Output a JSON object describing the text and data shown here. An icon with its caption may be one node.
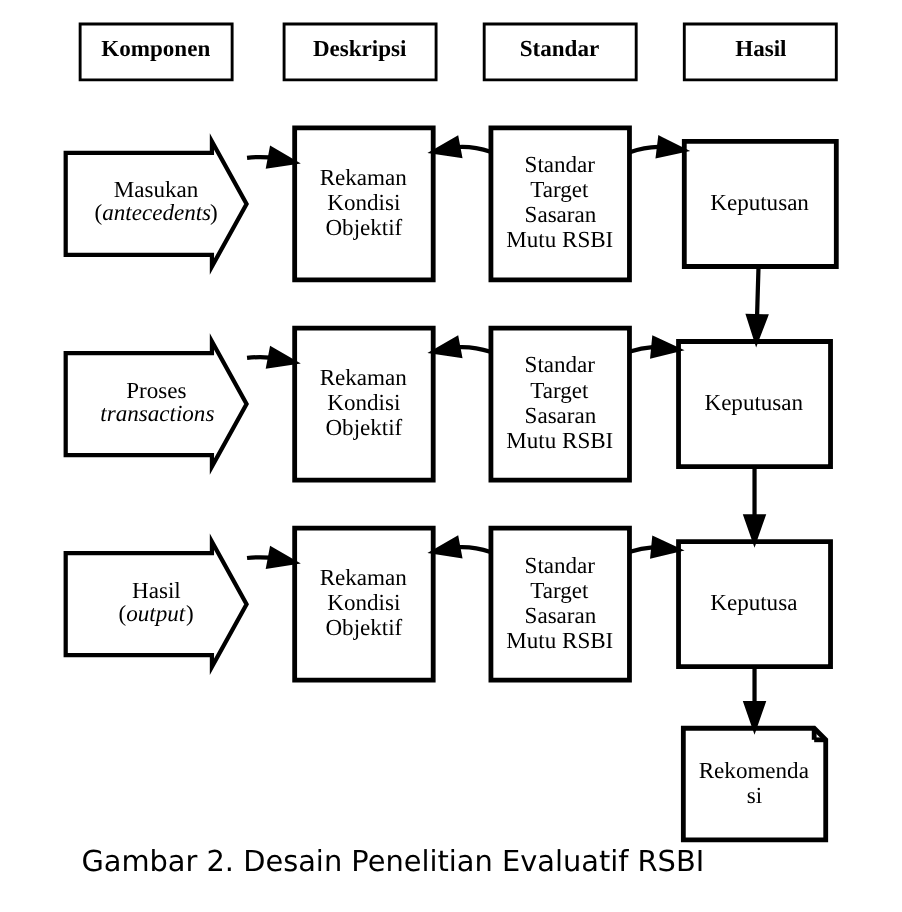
{
  "diagram": {
    "caption": "Gambar 2. Desain Penelitian Evaluatif RSBI",
    "nodes": [
      {
        "text": [
          "Komponen"
        ]
      },
      {
        "text": [
          "Deskripsi"
        ]
      },
      {
        "text": [
          "Standar"
        ]
      },
      {
        "text": [
          "Hasil"
        ]
      },
      {
        "text": [
          "Masukan (*antecedents*)"
        ]
      },
      {
        "text": [
          "Rekaman Kondisi Objektif"
        ]
      },
      {
        "text": [
          "Standar Target Sasaran Mutu RSBI"
        ]
      },
      {
        "text": [
          "Keputusan"
        ]
      },
      {
        "text": [
          "Proses *transactions*"
        ]
      },
      {
        "text": [
          "Rekaman Kondisi Objektif"
        ]
      },
      {
        "text": [
          "Standar Target Sasaran Mutu RSBI"
        ]
      },
      {
        "text": [
          "Keputusan"
        ]
      },
      {
        "text": [
          "Hasil (*output*)"
        ]
      },
      {
        "text": [
          "Rekaman Kondisi Objektif"
        ]
      },
      {
        "text": [
          "Standar Target Sasaran Mutu RSBI"
        ]
      },
      {
        "text": [
          "Keputusa"
        ]
      },
      {
        "text": [
          "Rekomenda si"
        ]
      }
    ],
    "edges": [
      {
        "from": 4,
        "to": 5,
        "arrow": "to"
      },
      {
        "from": 6,
        "to": 5,
        "arrow": "to"
      },
      {
        "from": 6,
        "to": 7,
        "arrow": "to"
      },
      {
        "from": 7,
        "to": 11,
        "arrow": "to"
      },
      {
        "from": 8,
        "to": 9,
        "arrow": "to"
      },
      {
        "from": 10,
        "to": 9,
        "arrow": "to"
      },
      {
        "from": 10,
        "to": 11,
        "arrow": "to"
      },
      {
        "from": 11,
        "to": 15,
        "arrow": "to"
      },
      {
        "from": 12,
        "to": 13,
        "arrow": "to"
      },
      {
        "from": 14,
        "to": 13,
        "arrow": "to"
      },
      {
        "from": 14,
        "to": 15,
        "arrow": "to"
      },
      {
        "from": 15,
        "to": 16,
        "arrow": "to"
      }
    ]
  }
}
